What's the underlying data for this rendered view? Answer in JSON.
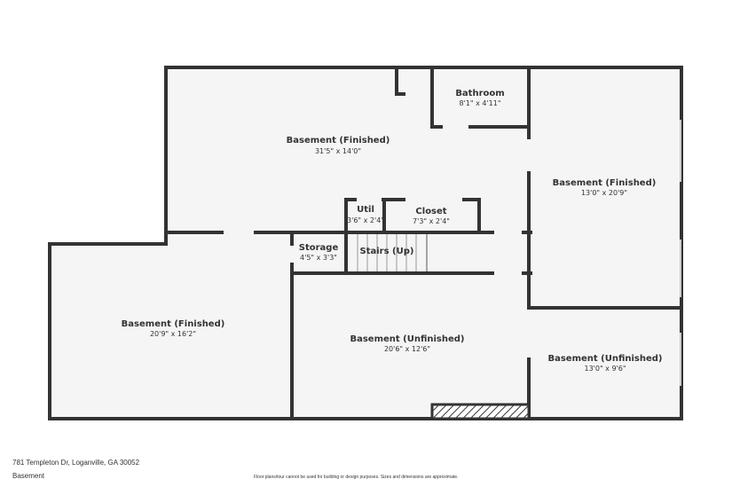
{
  "colors": {
    "wall": "#333333",
    "floor": "#f5f5f5",
    "window": "#ffffff"
  },
  "rooms": [
    {
      "name": "Basement (Finished)",
      "dims": "31'5\" x 14'0\""
    },
    {
      "name": "Bathroom",
      "dims": "8'1\" x 4'11\""
    },
    {
      "name": "Basement (Finished)",
      "dims": "13'0\" x 20'9\""
    },
    {
      "name": "Util",
      "dims": "3'6\" x 2'4\""
    },
    {
      "name": "Closet",
      "dims": "7'3\" x 2'4\""
    },
    {
      "name": "Storage",
      "dims": "4'5\" x 3'3\""
    },
    {
      "name": "Stairs (Up)",
      "dims": ""
    },
    {
      "name": "Basement (Finished)",
      "dims": "20'9\" x 16'2\""
    },
    {
      "name": "Basement (Unfinished)",
      "dims": "20'6\" x 12'6\""
    },
    {
      "name": "Basement (Unfinished)",
      "dims": "13'0\" x 9'6\""
    }
  ],
  "footer": {
    "address": "781 Templeton Dr, Loganville, GA 30052",
    "floor": "Basement",
    "disclaimer": "Floor plans/tour cannot be used for building or design purposes. Sizes and dimensions are approximate."
  }
}
